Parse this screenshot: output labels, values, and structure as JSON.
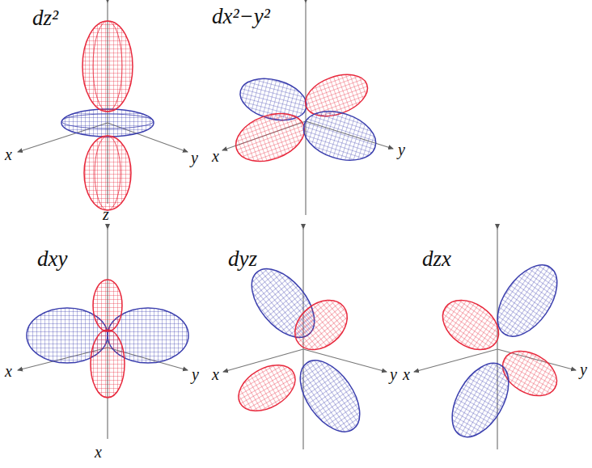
{
  "diagram": {
    "labels": [
      "dz²",
      "x",
      "y",
      "z",
      "dx²−y²",
      "x",
      "y",
      "dxy",
      "x",
      "y",
      "x",
      "dyz",
      "x",
      "y",
      "dzx",
      "x",
      "y"
    ]
  }
}
